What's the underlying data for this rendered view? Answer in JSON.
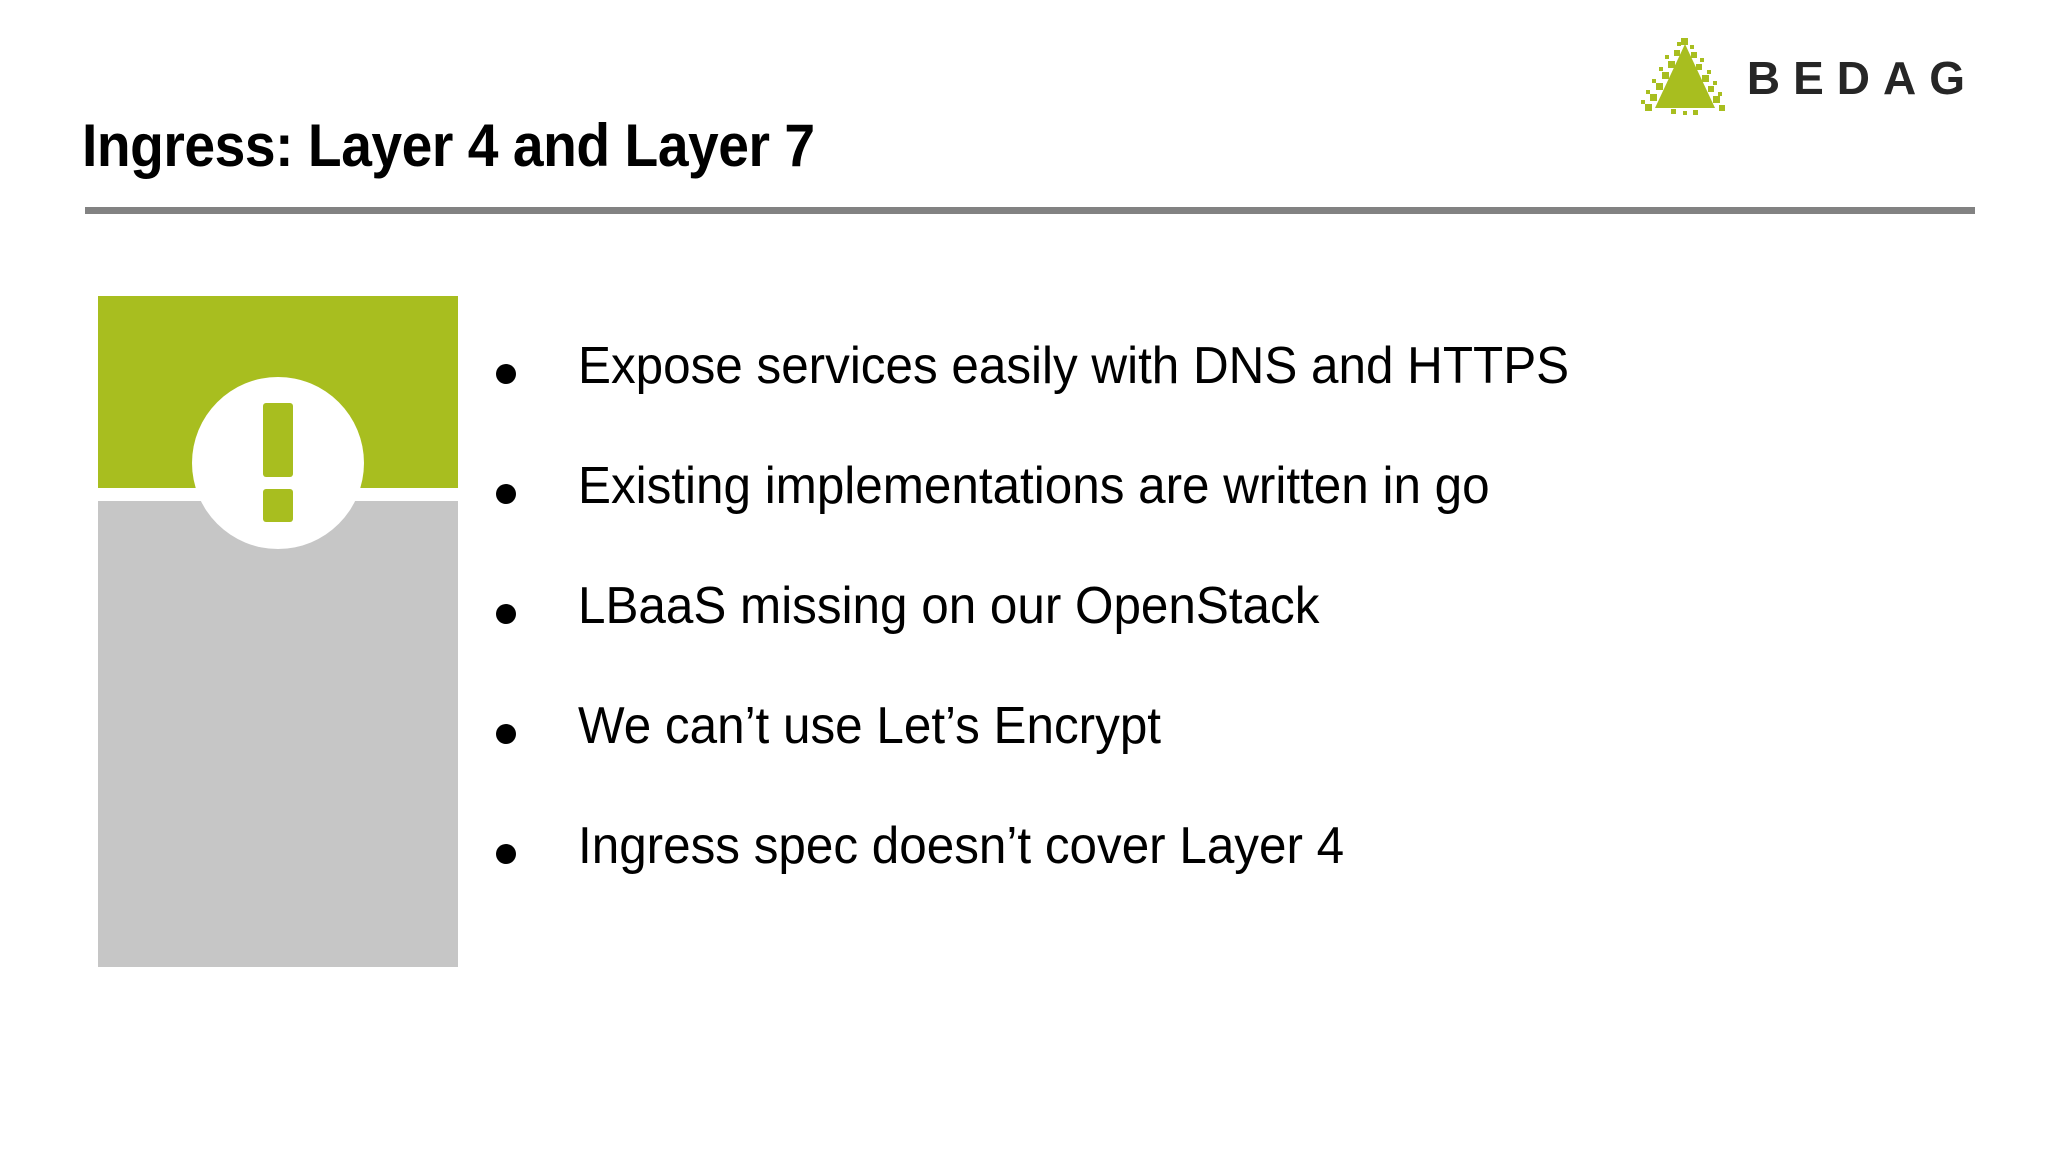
{
  "slide": {
    "title": "Ingress: Layer 4 and Layer 7",
    "background_color": "#ffffff"
  },
  "logo": {
    "wordmark": "BEDAG",
    "mark_name": "bedag-triangle-mark",
    "mark_color": "#a8be1f",
    "wordmark_color": "#262626"
  },
  "divider": {
    "color": "#828282"
  },
  "graphic": {
    "green_tile_color": "#a8be1f",
    "gray_tile_color": "#c6c6c6",
    "icon_name": "exclamation-mark-icon",
    "icon_badge_color": "#ffffff",
    "icon_glyph_color": "#a8be1f"
  },
  "bullets": [
    {
      "text": "Expose services easily with DNS and HTTPS"
    },
    {
      "text": "Existing implementations are written in go"
    },
    {
      "text": "LBaaS missing on our OpenStack"
    },
    {
      "text": "We can’t use Let’s Encrypt"
    },
    {
      "text": "Ingress spec doesn’t cover Layer 4"
    }
  ]
}
